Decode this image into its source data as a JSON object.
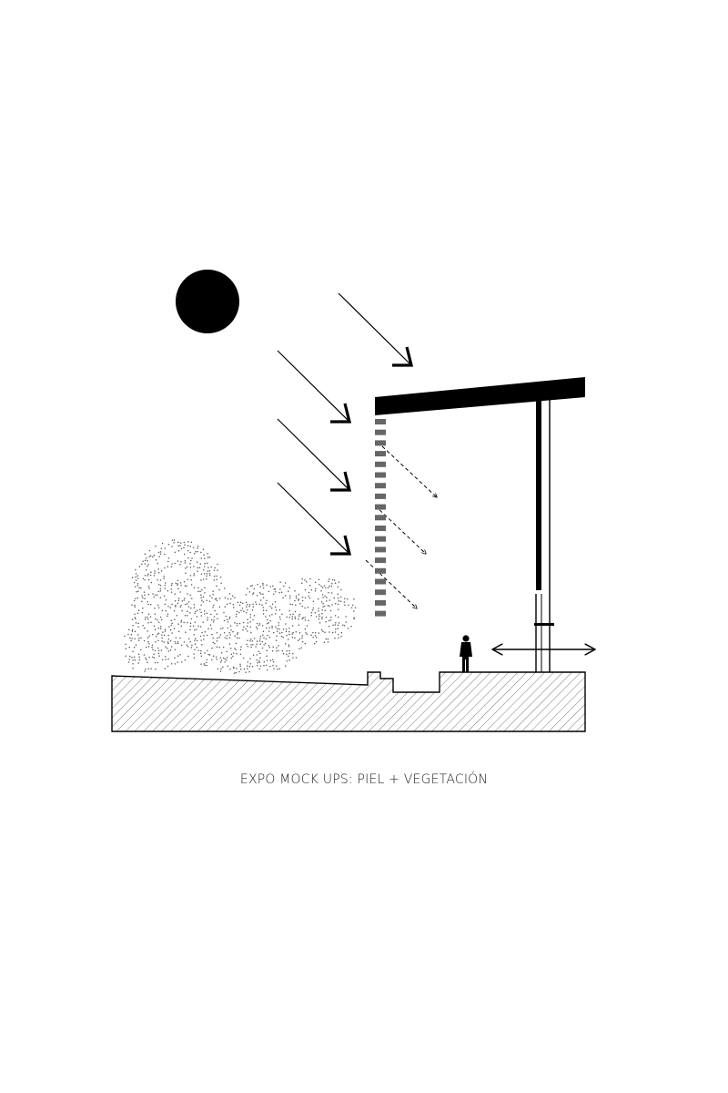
{
  "caption": "EXPO MOCK UPS: PIEL + VEGETACIÓN",
  "colors": {
    "ink": "#000000",
    "louver": "#666666",
    "stipple": "#555555",
    "hatch": "#6a6a6a",
    "background": "#ffffff"
  },
  "elements": {
    "sun": "sun",
    "sun_rays": "sunlight-arrows",
    "filtered_light": "filtered-light-arrows",
    "skin": "louver-skin",
    "vegetation": "stippled-vegetation",
    "roof": "roof-slab",
    "column": "column",
    "ground": "hatched-ground-section",
    "person": "person-silhouette",
    "opening": "double-headed-arrow"
  }
}
